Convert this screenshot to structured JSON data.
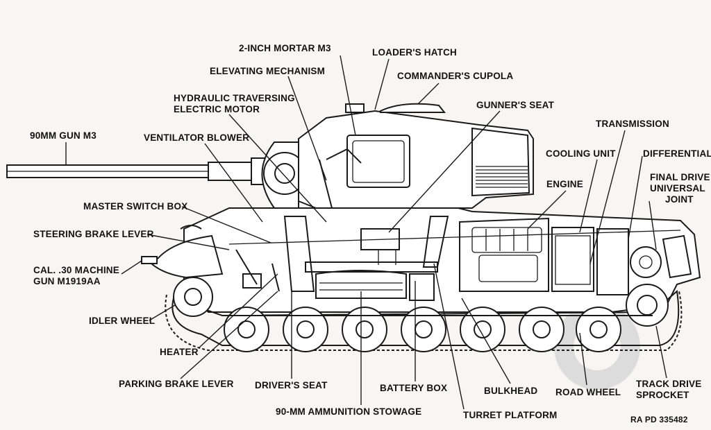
{
  "labels": {
    "mortar": "2-INCH MORTAR M3",
    "loaders_hatch": "LOADER'S HATCH",
    "elevating": "ELEVATING MECHANISM",
    "cupola": "COMMANDER'S CUPOLA",
    "hydraulic_1": "HYDRAULIC TRAVERSING",
    "hydraulic_2": "ELECTRIC MOTOR",
    "gunners_seat": "GUNNER'S SEAT",
    "gun": "90MM GUN  M3",
    "ventilator": "VENTILATOR BLOWER",
    "transmission": "TRANSMISSION",
    "cooling": "COOLING UNIT",
    "differential": "DIFFERENTIAL",
    "final_drive_1": "FINAL DRIVE",
    "final_drive_2": "UNIVERSAL",
    "final_drive_3": "JOINT",
    "engine": "ENGINE",
    "master_switch": "MASTER SWITCH BOX",
    "steering": "STEERING BRAKE LEVER",
    "mg_1": "CAL. .30 MACHINE",
    "mg_2": "GUN  M1919AA",
    "idler": "IDLER WHEEL",
    "heater": "HEATER",
    "parking": "PARKING BRAKE LEVER",
    "drivers_seat": "DRIVER'S SEAT",
    "battery": "BATTERY BOX",
    "bulkhead": "BULKHEAD",
    "road_wheel": "ROAD WHEEL",
    "sprocket_1": "TRACK DRIVE",
    "sprocket_2": "SPROCKET",
    "ammo": "90-MM AMMUNITION STOWAGE",
    "platform": "TURRET PLATFORM"
  },
  "figure_ref": "RA PD  335482"
}
